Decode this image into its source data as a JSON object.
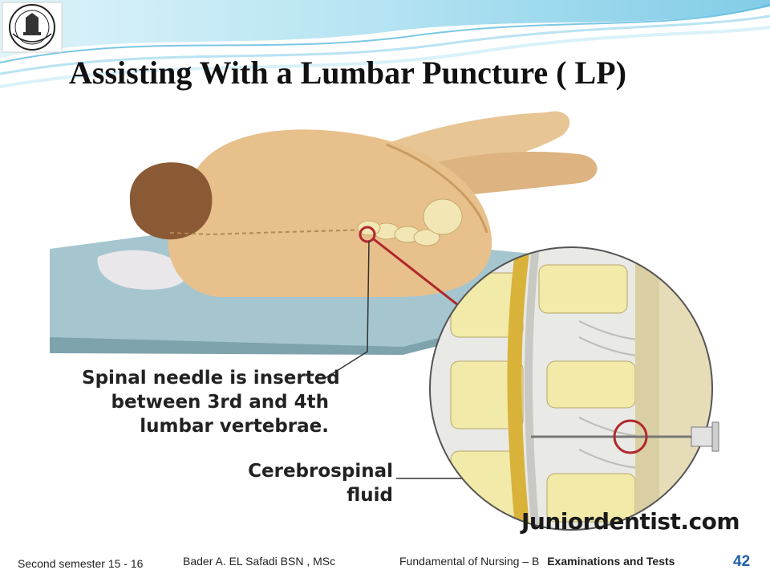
{
  "slide": {
    "title": "Assisting With a Lumbar Puncture ( LP)",
    "page_number": "42"
  },
  "illustration": {
    "caption_needle_lines": [
      "Spinal needle is inserted",
      "between 3rd and 4th",
      "lumbar vertebrae."
    ],
    "caption_fluid_lines": [
      "Cerebrospinal",
      "fluid"
    ],
    "watermark": "Juniordentist.com"
  },
  "footer": {
    "semester": "Second semester 15 - 16",
    "author": "Bader  A. EL Safadi    BSN , MSc",
    "course_prefix": "Fundamental of Nursing – B",
    "course_topic": "Examinations and Tests"
  },
  "colors": {
    "accent": "#1f5fa8",
    "wave": "#8fd3ea",
    "skin": "#e6c08f",
    "mattress": "#9fc3cc",
    "needle_ring": "#b0272d"
  }
}
